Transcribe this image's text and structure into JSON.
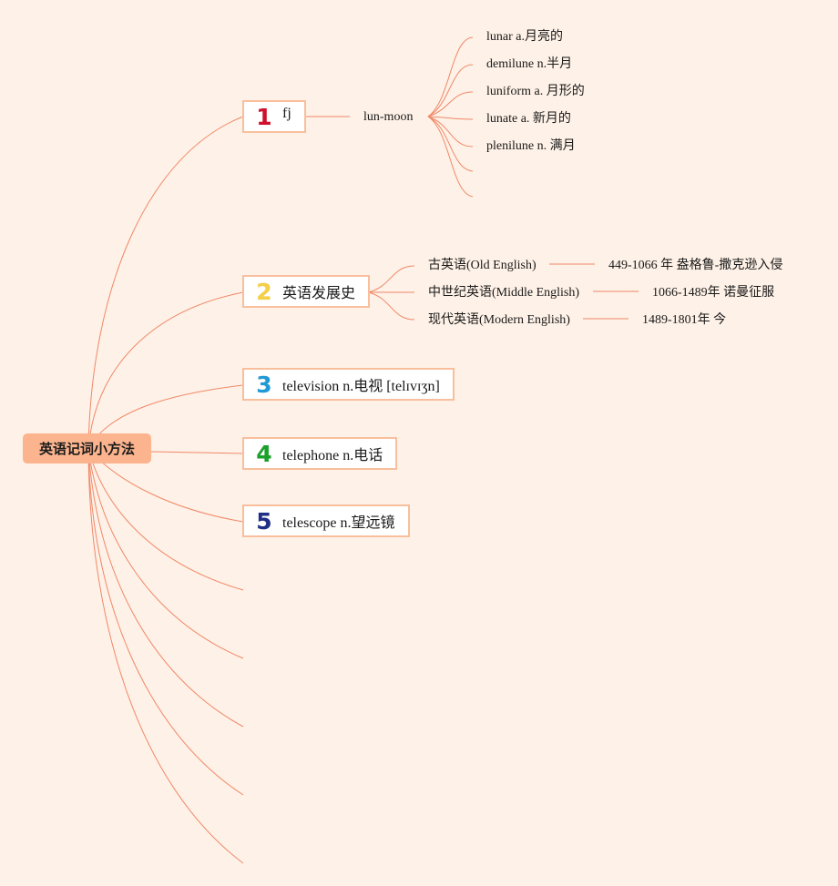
{
  "root": {
    "label": "英语记词小方法"
  },
  "branches": [
    {
      "num": "1",
      "num_color": "#d0102a",
      "label": "fj"
    },
    {
      "num": "2",
      "num_color": "#f5d044",
      "label": "英语发展史"
    },
    {
      "num": "3",
      "num_color": "#1f9ad6",
      "label": "television n.电视 [telɪvɪʒn]"
    },
    {
      "num": "4",
      "num_color": "#1aa12a",
      "label": "telephone n.电话"
    },
    {
      "num": "5",
      "num_color": "#1e2f85",
      "label": "telescope n.望远镜"
    }
  ],
  "branch1_child": {
    "label": "lun-moon"
  },
  "moon_words": [
    "lunar a.月亮的",
    "demilune n.半月",
    "luniform a. 月形的",
    "lunate a. 新月的",
    "plenilune n. 满月"
  ],
  "history": [
    {
      "era": "古英语(Old English)",
      "detail": "449-1066 年 盎格鲁-撒克逊入侵"
    },
    {
      "era": "中世纪英语(Middle English)",
      "detail": "1066-1489年 诺曼征服"
    },
    {
      "era": "现代英语(Modern English)",
      "detail": "1489-1801年 今"
    }
  ],
  "colors": {
    "background": "#fef1e7",
    "line": "#f08868",
    "root_fill": "#fbb48e",
    "node_border": "#f9bf9c"
  }
}
